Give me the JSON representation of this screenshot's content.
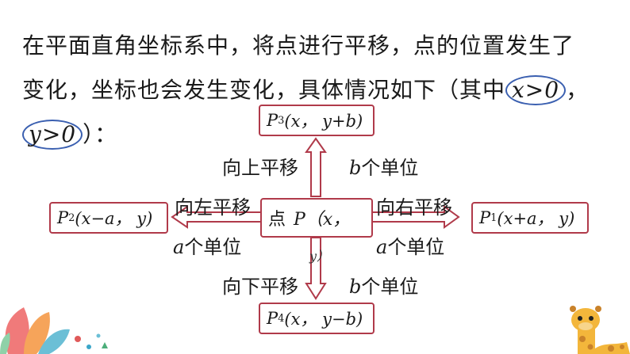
{
  "intro": {
    "line1": "在平面直角坐标系中，将点进行平移，点的位置发生了",
    "line2_text": "变化，坐标也会发生变化，具体情况如下（其中",
    "cond_x": "x>0",
    "comma": "，",
    "cond_y": "y>0",
    "line3_tail": "）："
  },
  "center": {
    "prefix": "点",
    "label": "P（x，",
    "overflow": "y）"
  },
  "boxes": {
    "top": {
      "name": "P",
      "sub": "3",
      "coord": "(x，  y+b)"
    },
    "left": {
      "name": "P",
      "sub": "2",
      "coord": "(x−a，  y)"
    },
    "right": {
      "name": "P",
      "sub": "1",
      "coord": "(x+a，  y)"
    },
    "bottom": {
      "name": "P",
      "sub": "4",
      "coord": "(x，  y−b)"
    }
  },
  "labels": {
    "up_move": "向上平移",
    "up_unit_var": "b",
    "up_unit": "个单位",
    "left_move": "向左平移",
    "left_unit_var": "a",
    "left_unit": "个单位",
    "right_move": "向右平移",
    "right_unit_var": "a",
    "right_unit": "个单位",
    "down_move": "向下平移",
    "down_unit_var": "b",
    "down_unit": "个单位"
  },
  "colors": {
    "box_border": "#b03a4a",
    "circle": "#3a5fb0"
  },
  "decor": {
    "left": "leaf-plant-illustration",
    "right": "giraffe-illustration"
  }
}
